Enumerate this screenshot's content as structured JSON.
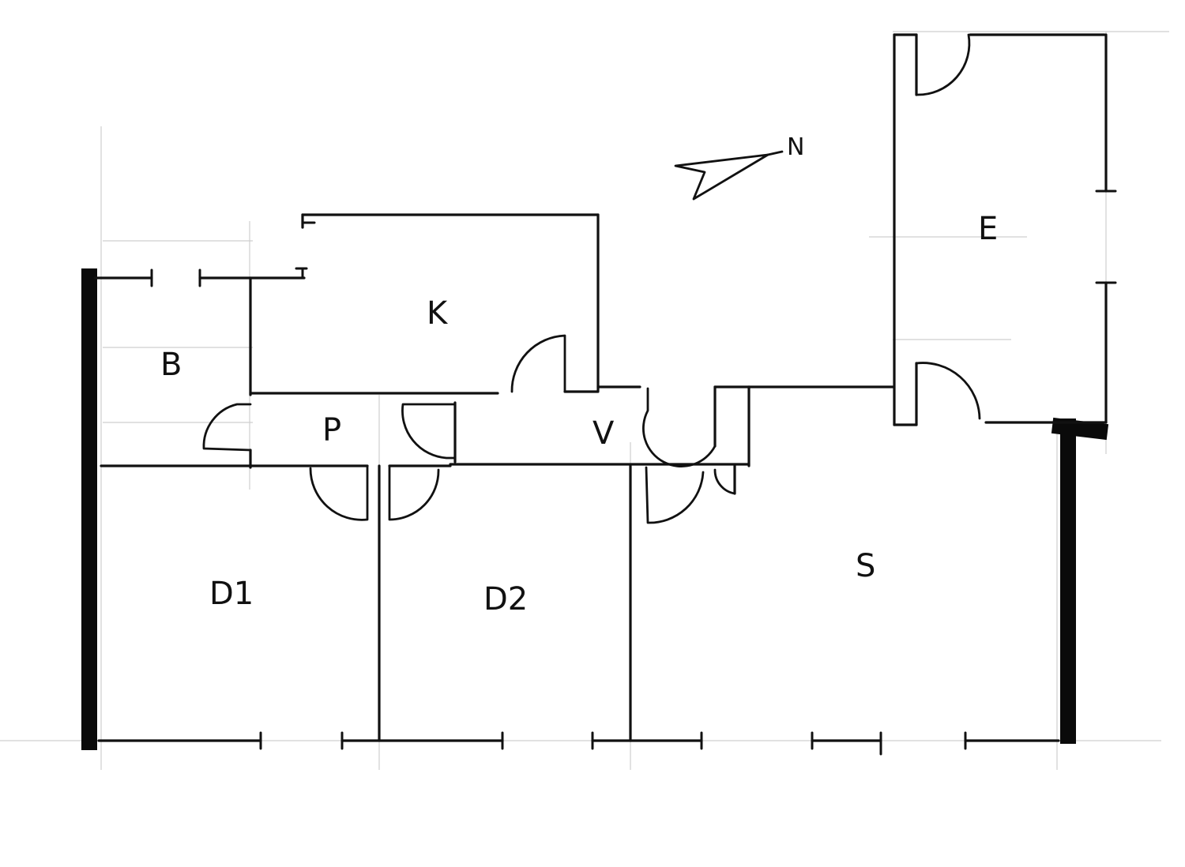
{
  "colors": {
    "ink": "#111111",
    "guide": "#cfcfcf",
    "paper": "#ffffff"
  },
  "rooms": {
    "b": {
      "label": "B"
    },
    "k": {
      "label": "K"
    },
    "p": {
      "label": "P"
    },
    "v": {
      "label": "V"
    },
    "d1": {
      "label": "D1"
    },
    "d2": {
      "label": "D2"
    },
    "s": {
      "label": "S"
    },
    "e": {
      "label": "E"
    }
  },
  "north": {
    "label": "N",
    "icon": "north-arrow-icon"
  }
}
